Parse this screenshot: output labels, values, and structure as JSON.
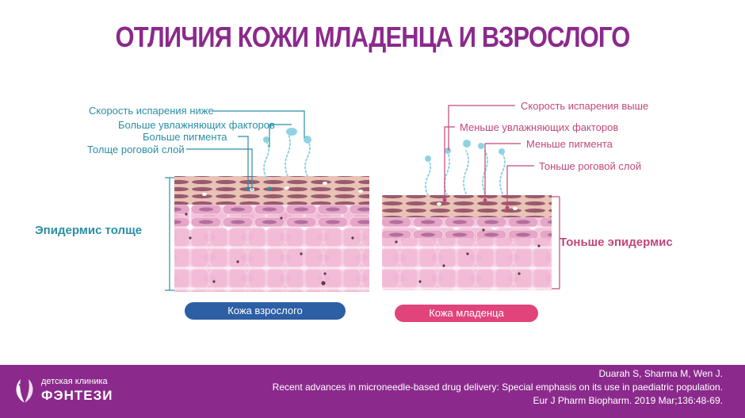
{
  "title": "ОТЛИЧИЯ КОЖИ МЛАДЕНЦА И ВЗРОСЛОГО",
  "adult": {
    "labels": [
      "Скорость испарения ниже",
      "Больше увлажняющих факторов",
      "Больше пигмента",
      "Толще роговой слой"
    ],
    "epidermis": "Эпидермис толще",
    "caption": "Кожа взрослого"
  },
  "baby": {
    "labels": [
      "Скорость испарения выше",
      "Меньше увлажняющих факторов",
      "Меньше пигмента",
      "Тоньше роговой слой"
    ],
    "epidermis": "Тоньше эпидермис",
    "caption": "Кожа младенца"
  },
  "footer": {
    "logo_small": "детская клиника",
    "logo_big": "ФЭНТЕЗИ",
    "citation": [
      "Duarah S, Sharma M, Wen J.",
      "Recent advances in microneedle-based drug delivery: Special emphasis on its use in paediatric population.",
      "Eur J Pharm Biopharm. 2019 Mar;136:48-69."
    ]
  },
  "colors": {
    "title": "#8b2a8c",
    "adult_accent": "#2a8fa5",
    "baby_accent": "#c2477a",
    "adult_pill": "#2d5fa5",
    "baby_pill": "#e0447a",
    "footer": "#8b2a8c"
  }
}
